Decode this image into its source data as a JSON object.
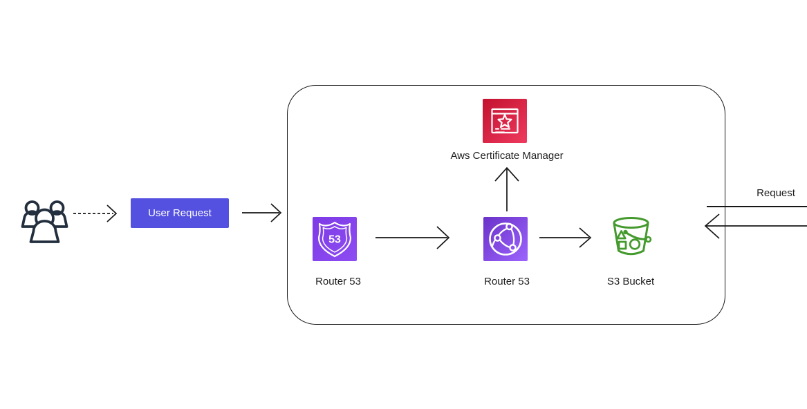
{
  "colors": {
    "canvas-bg": "#ffffff",
    "ink": "#1d1d1d",
    "line": "#161616",
    "users-ink": "#232f3e",
    "button-bg": "#5450e0",
    "button-text": "#ffffff",
    "acm-grad-1": "#c3112f",
    "acm-grad-2": "#ee3a5e",
    "shield-grad-1": "#7d3ae6",
    "shield-grad-2": "#8d4df2",
    "globe-grad-1": "#6a32c9",
    "globe-grad-2": "#9c64fc",
    "s3-green": "#459a2e",
    "icon-stroke": "#ffffff"
  },
  "nodes": {
    "users": {
      "icon": "users-group-icon"
    },
    "user_request": {
      "label": "User Request"
    },
    "acm": {
      "label": "Aws Certificate Manager",
      "icon": "certificate-manager-icon"
    },
    "router53_shield": {
      "label": "Router 53",
      "icon": "route53-shield-icon",
      "badge": "53"
    },
    "router53_globe": {
      "label": "Router 53",
      "icon": "route53-globe-icon"
    },
    "s3": {
      "label": "S3 Bucket",
      "icon": "s3-bucket-icon"
    }
  },
  "edges": {
    "request": {
      "label": "Request"
    }
  }
}
